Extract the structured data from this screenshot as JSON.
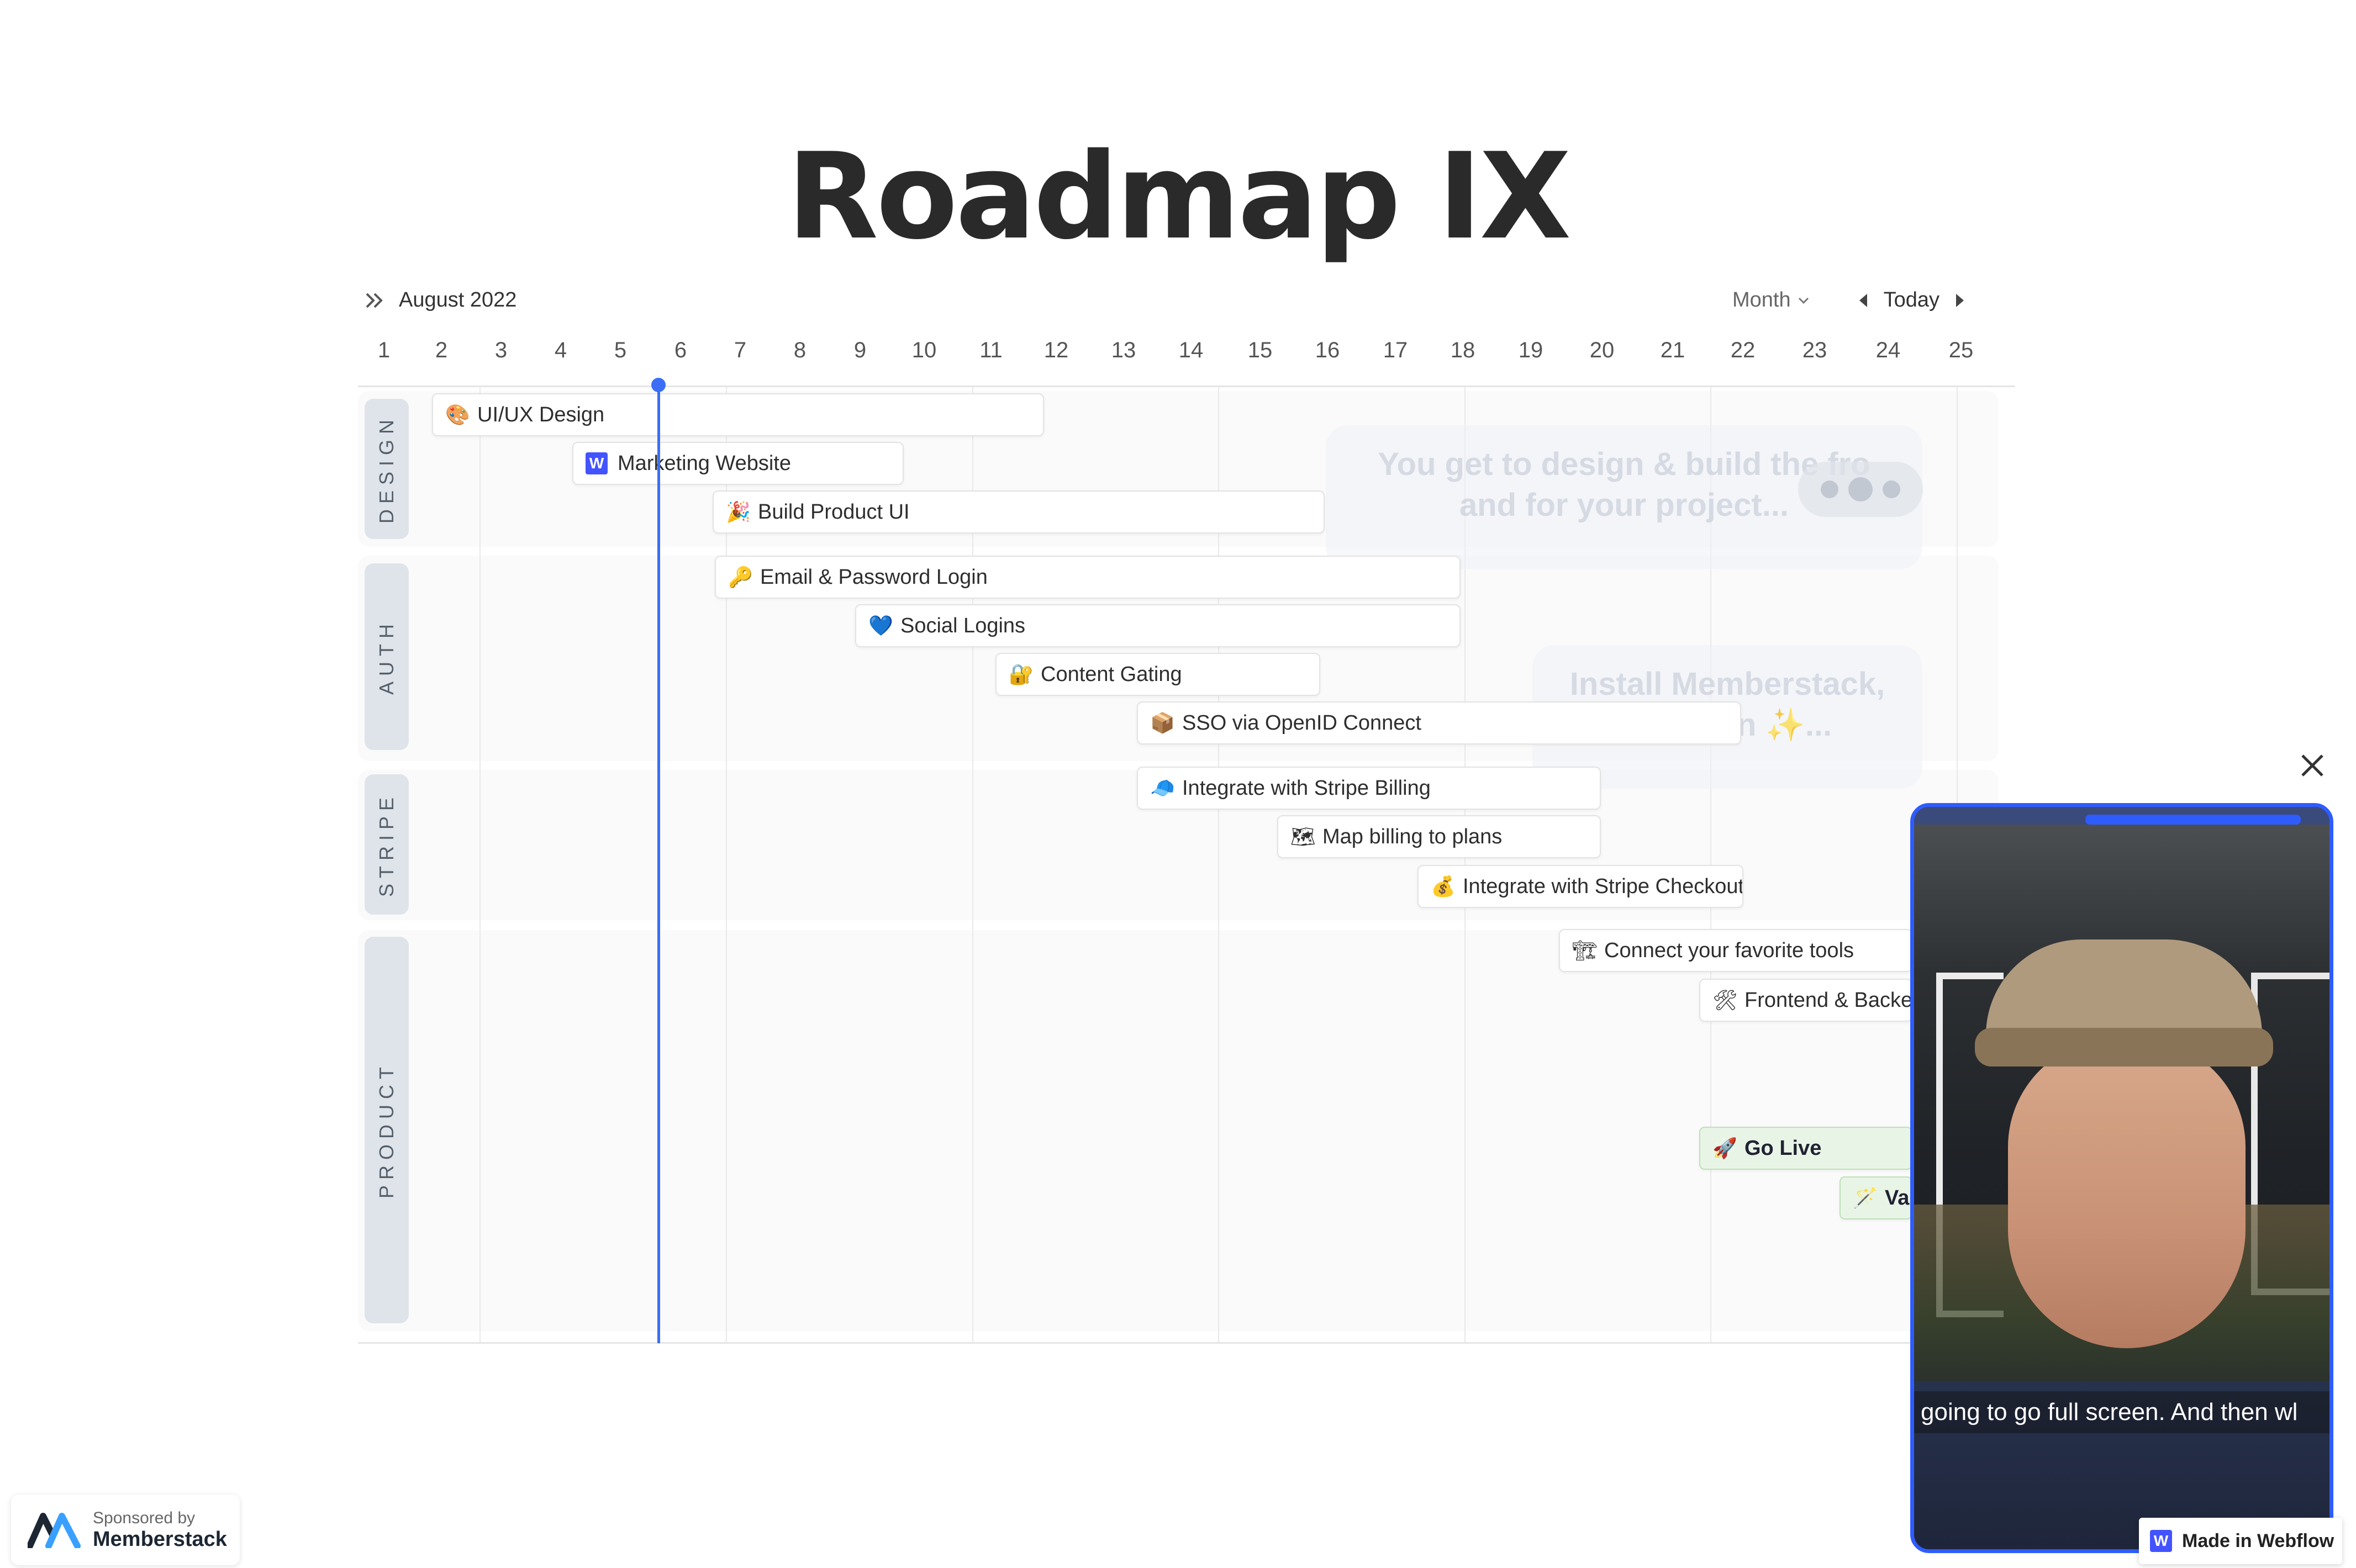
{
  "page": {
    "title": "Roadmap IX"
  },
  "toolbar": {
    "month_label": "August 2022",
    "view_select": "Month",
    "today_label": "Today"
  },
  "days": [
    "1",
    "2",
    "3",
    "4",
    "5",
    "6",
    "7",
    "8",
    "9",
    "10",
    "11",
    "12",
    "13",
    "14",
    "15",
    "16",
    "17",
    "18",
    "19",
    "20",
    "21",
    "22",
    "23",
    "24",
    "25"
  ],
  "groups": {
    "design": "DESIGN",
    "auth": "AUTH",
    "stripe": "STRIPE",
    "product": "PRODUCT"
  },
  "tasks": {
    "uiux": {
      "label": "UI/UX Design",
      "icon": "🎨"
    },
    "marketing": {
      "label": "Marketing Website",
      "icon": "W"
    },
    "build_ui": {
      "label": "Build Product UI",
      "icon": "🎉"
    },
    "email_login": {
      "label": "Email & Password Login",
      "icon": "🔑"
    },
    "social": {
      "label": "Social Logins",
      "icon": "💙"
    },
    "gating": {
      "label": "Content Gating",
      "icon": "🔐"
    },
    "sso": {
      "label": "SSO via OpenID Connect",
      "icon": "📦"
    },
    "stripe_billing": {
      "label": "Integrate with Stripe Billing",
      "icon": "🧢"
    },
    "map_billing": {
      "label": "Map billing to plans",
      "icon": "🗺"
    },
    "stripe_checkout": {
      "label": "Integrate with Stripe Checkout",
      "icon": "💰"
    },
    "tools": {
      "label": "Connect your favorite tools",
      "icon": "🏗"
    },
    "frontend": {
      "label": "Frontend & Backe",
      "icon": "🛠"
    },
    "go_live": {
      "label": "Go Live",
      "icon": "🚀"
    },
    "va": {
      "label": "Va",
      "icon": "🪄"
    }
  },
  "video": {
    "caption": "going to go full screen. And then wl"
  },
  "sponsor": {
    "line1": "Sponsored by",
    "line2": "Memberstack"
  },
  "webflow_badge": "Made in Webflow",
  "colors": {
    "accent": "#3b6ef5",
    "go_live_bg": "#e8f5e6",
    "group_label_bg": "#dfe4ea"
  }
}
